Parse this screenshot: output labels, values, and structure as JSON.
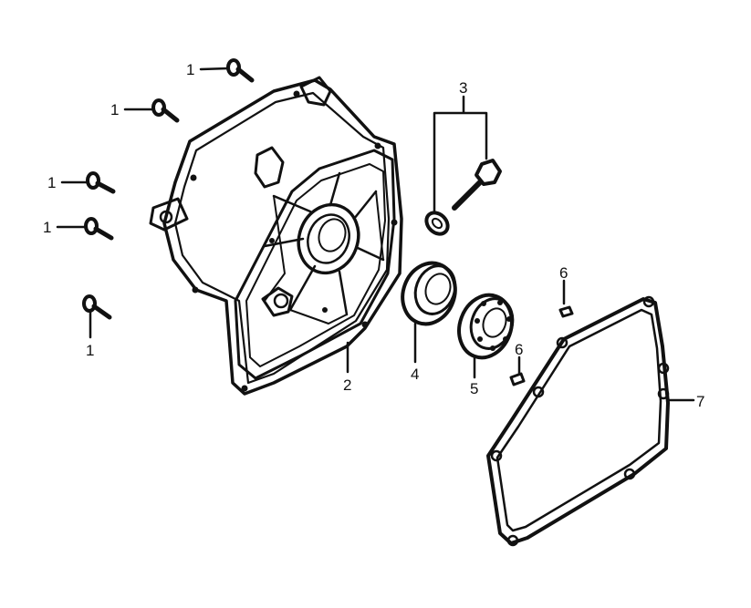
{
  "diagram": {
    "callouts": [
      {
        "id": "bolt-a",
        "label": "1"
      },
      {
        "id": "bolt-b",
        "label": "1"
      },
      {
        "id": "bolt-c",
        "label": "1"
      },
      {
        "id": "bolt-d",
        "label": "1"
      },
      {
        "id": "bolt-e",
        "label": "1"
      },
      {
        "id": "cover",
        "label": "2"
      },
      {
        "id": "drain",
        "label": "3"
      },
      {
        "id": "seal",
        "label": "4"
      },
      {
        "id": "bearing",
        "label": "5"
      },
      {
        "id": "pin-a",
        "label": "6"
      },
      {
        "id": "pin-b",
        "label": "6"
      },
      {
        "id": "gasket",
        "label": "7"
      }
    ],
    "colors": {
      "ink": "#111111",
      "background": "#ffffff"
    }
  }
}
